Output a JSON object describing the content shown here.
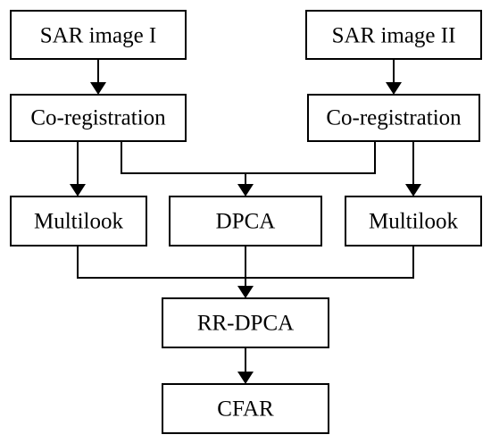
{
  "diagram": {
    "nodes": {
      "sar1": "SAR image I",
      "sar2": "SAR image II",
      "coreg1": "Co-registration",
      "coreg2": "Co-registration",
      "multilook1": "Multilook",
      "dpca": "DPCA",
      "multilook2": "Multilook",
      "rrdpca": "RR-DPCA",
      "cfar": "CFAR"
    },
    "edges": [
      {
        "from": "sar1",
        "to": "coreg1"
      },
      {
        "from": "sar2",
        "to": "coreg2"
      },
      {
        "from": "coreg1",
        "to": "multilook1"
      },
      {
        "from": "coreg2",
        "to": "multilook2"
      },
      {
        "from": "coreg1",
        "to": "dpca"
      },
      {
        "from": "coreg2",
        "to": "dpca"
      },
      {
        "from": "multilook1",
        "to": "rrdpca"
      },
      {
        "from": "dpca",
        "to": "rrdpca"
      },
      {
        "from": "multilook2",
        "to": "rrdpca"
      },
      {
        "from": "rrdpca",
        "to": "cfar"
      }
    ]
  }
}
